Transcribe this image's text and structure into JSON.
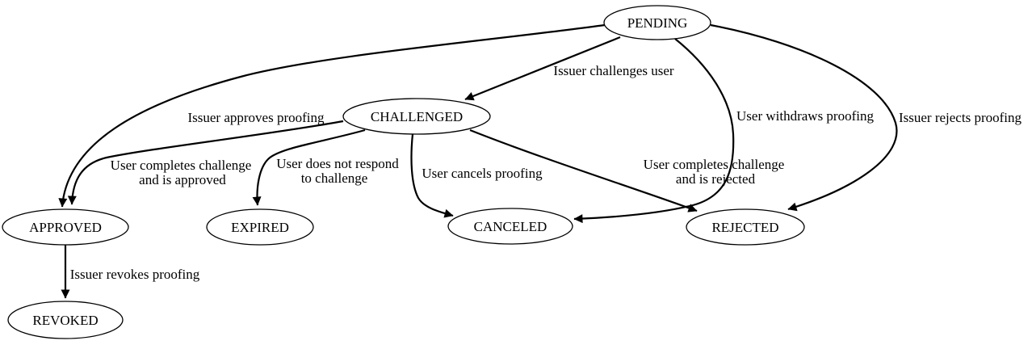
{
  "diagram": {
    "type": "state-transition-graph",
    "colors": {
      "background": "#ffffff",
      "node_fill": "#ffffff",
      "stroke": "#000000",
      "text": "#000000"
    },
    "nodes": {
      "pending": {
        "label": "PENDING"
      },
      "challenged": {
        "label": "CHALLENGED"
      },
      "approved": {
        "label": "APPROVED"
      },
      "expired": {
        "label": "EXPIRED"
      },
      "canceled": {
        "label": "CANCELED"
      },
      "rejected": {
        "label": "REJECTED"
      },
      "revoked": {
        "label": "REVOKED"
      }
    },
    "edges": {
      "pending_challenged": {
        "from": "PENDING",
        "to": "CHALLENGED",
        "label": "Issuer challenges user"
      },
      "pending_approved": {
        "from": "PENDING",
        "to": "APPROVED",
        "label": "Issuer approves proofing"
      },
      "pending_canceled": {
        "from": "PENDING",
        "to": "CANCELED",
        "label": "User withdraws proofing"
      },
      "pending_rejected": {
        "from": "PENDING",
        "to": "REJECTED",
        "label": "Issuer rejects proofing"
      },
      "challenged_approved": {
        "from": "CHALLENGED",
        "to": "APPROVED",
        "label_lines": [
          "User completes challenge",
          "and is approved"
        ]
      },
      "challenged_expired": {
        "from": "CHALLENGED",
        "to": "EXPIRED",
        "label_lines": [
          "User does not respond",
          "to challenge"
        ]
      },
      "challenged_canceled": {
        "from": "CHALLENGED",
        "to": "CANCELED",
        "label": "User cancels proofing"
      },
      "challenged_rejected": {
        "from": "CHALLENGED",
        "to": "REJECTED",
        "label_lines": [
          "User completes challenge",
          "and is rejected"
        ]
      },
      "approved_revoked": {
        "from": "APPROVED",
        "to": "REVOKED",
        "label": "Issuer revokes proofing"
      }
    }
  }
}
